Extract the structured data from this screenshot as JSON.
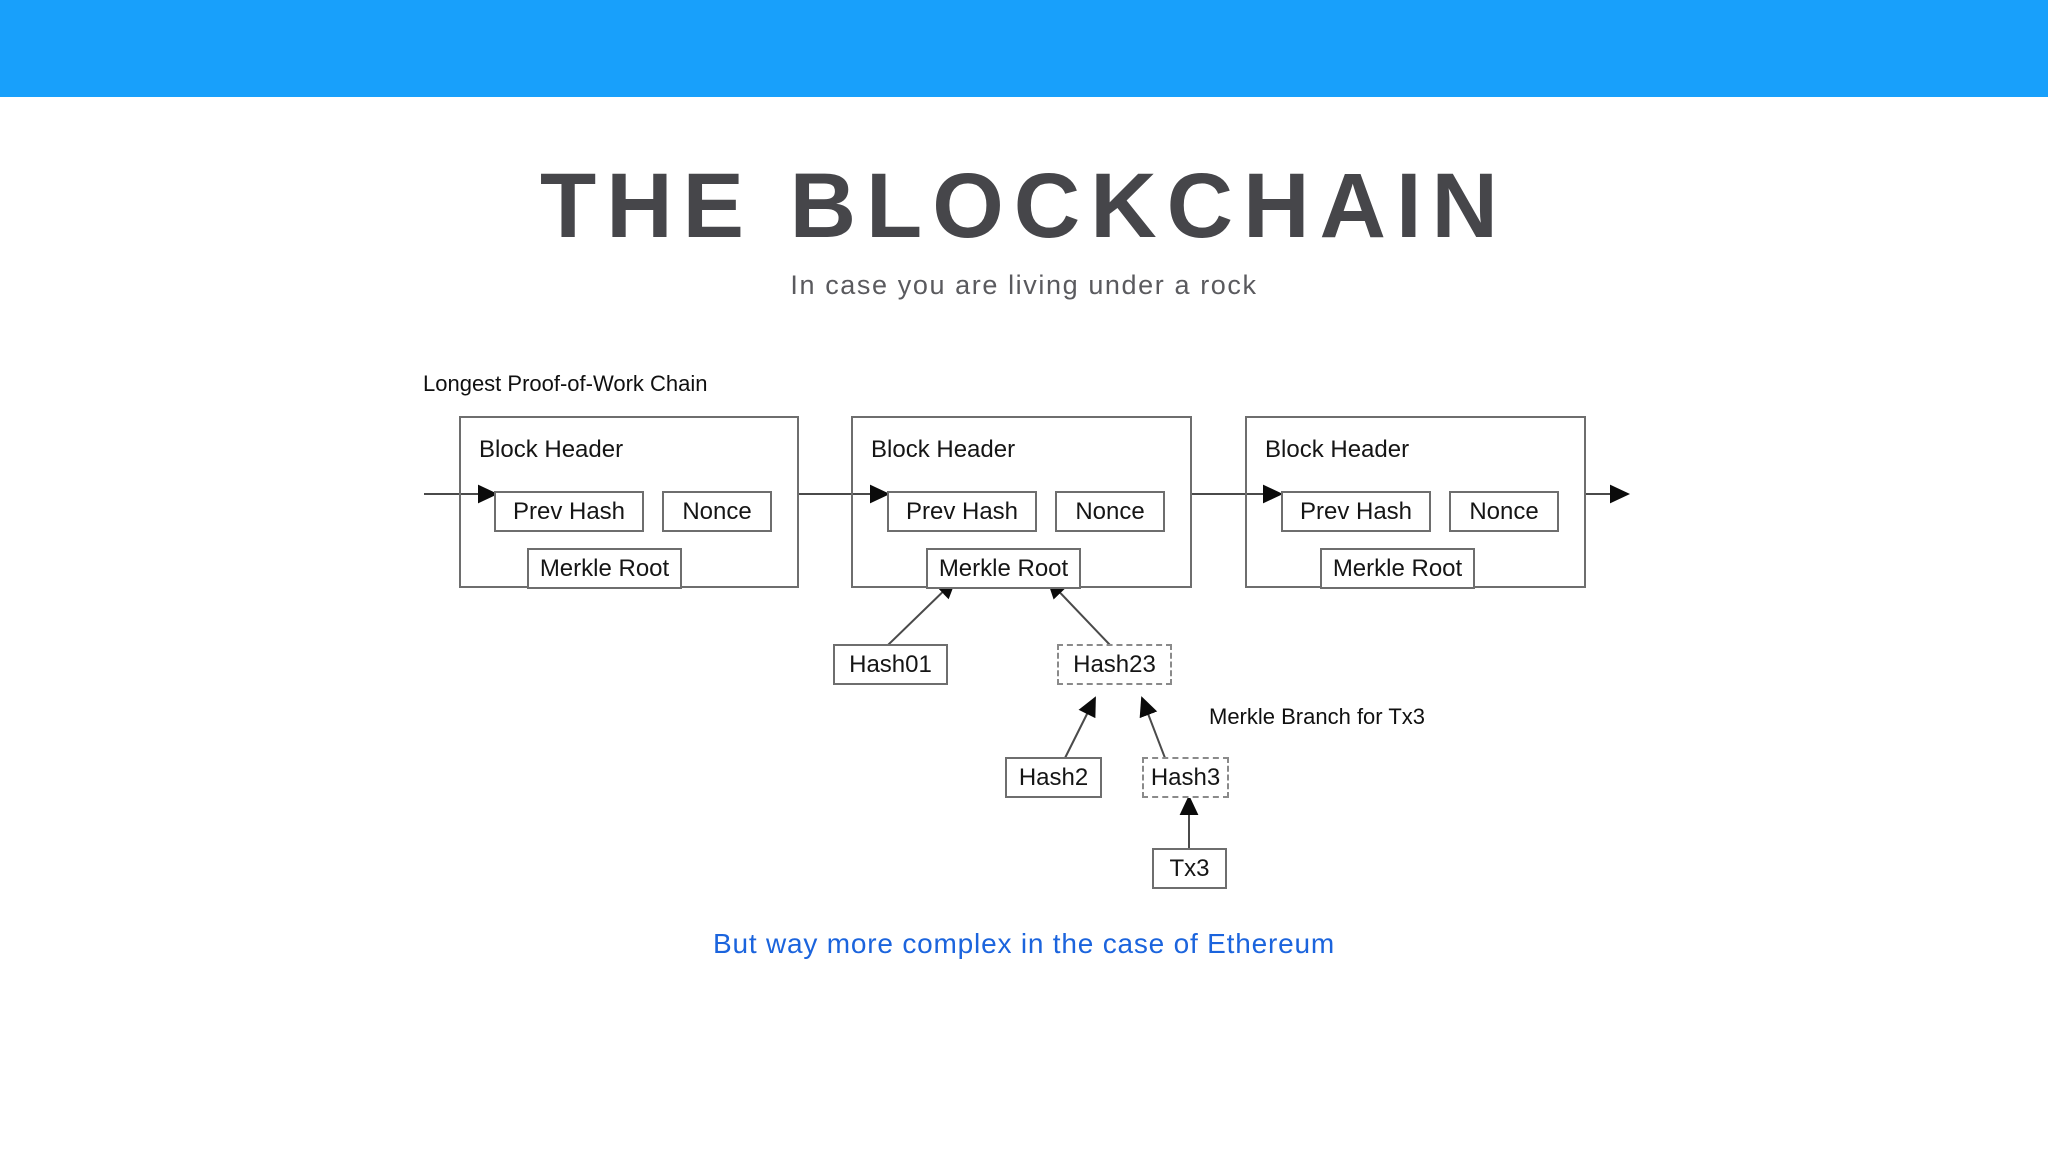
{
  "theme": {
    "accent_bar_color": "#18A0FB",
    "title_color": "#46464A",
    "subtitle_color": "#5A5A5E",
    "footer_color": "#1B64DD",
    "diagram_stroke": "#6E6E6E",
    "page_background": "#FFFFFF"
  },
  "header": {
    "title": "THE BLOCKCHAIN",
    "subtitle": "In case you are living under a rock"
  },
  "diagram": {
    "caption": "Longest Proof-of-Work Chain",
    "branch_label": "Merkle Branch for Tx3",
    "block_header_label": "Block Header",
    "fields": {
      "prev_hash": "Prev Hash",
      "nonce": "Nonce",
      "merkle_root": "Merkle Root"
    },
    "blocks": [
      {
        "id": "block-1",
        "header_label": "Block Header",
        "prev_hash": "Prev Hash",
        "nonce": "Nonce",
        "merkle_root": "Merkle Root"
      },
      {
        "id": "block-2",
        "header_label": "Block Header",
        "prev_hash": "Prev Hash",
        "nonce": "Nonce",
        "merkle_root": "Merkle Root"
      },
      {
        "id": "block-3",
        "header_label": "Block Header",
        "prev_hash": "Prev Hash",
        "nonce": "Nonce",
        "merkle_root": "Merkle Root"
      }
    ],
    "merkle_nodes": [
      {
        "id": "hash01",
        "label": "Hash01",
        "border": "solid"
      },
      {
        "id": "hash23",
        "label": "Hash23",
        "border": "dashed"
      },
      {
        "id": "hash2",
        "label": "Hash2",
        "border": "solid"
      },
      {
        "id": "hash3",
        "label": "Hash3",
        "border": "dashed"
      },
      {
        "id": "tx3",
        "label": "Tx3",
        "border": "solid"
      }
    ]
  },
  "footer": {
    "note": "But way more complex in the case of Ethereum"
  }
}
